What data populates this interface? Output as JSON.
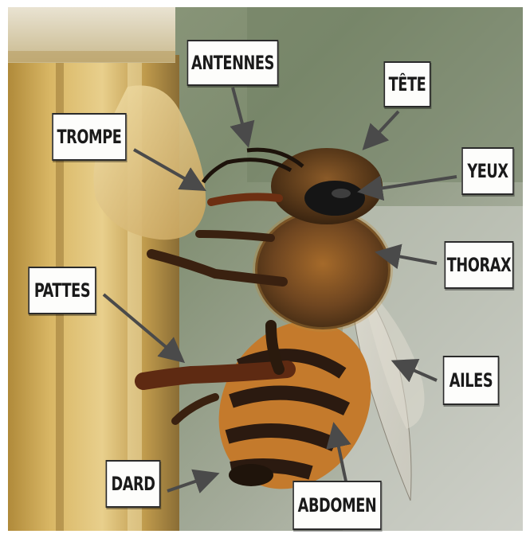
{
  "labels": {
    "antennes": "ANTENNES",
    "tete": "TÊTE",
    "trompe": "TROMPE",
    "yeux": "YEUX",
    "thorax": "THORAX",
    "pattes": "PATTES",
    "ailes": "AILES",
    "dard": "DARD",
    "abdomen": "ABDOMEN"
  },
  "colors": {
    "arrow": "#4a4a4a",
    "label_background": "#fdfdfb",
    "label_border": "#2a2a2a",
    "bee_orange": "#c47a2c",
    "bee_dark": "#2b1a10"
  }
}
